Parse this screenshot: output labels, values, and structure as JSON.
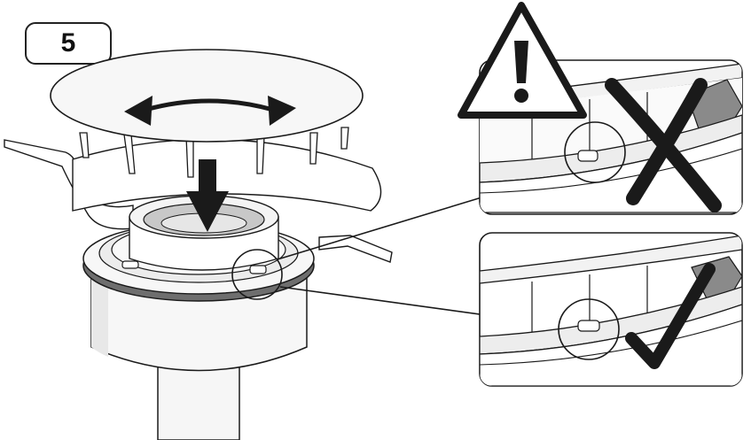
{
  "step": {
    "number": "5"
  },
  "icons": {
    "warning": "warning-triangle-icon",
    "wrong": "cross-mark-icon",
    "right": "check-mark-icon",
    "rotate": "rotate-arrows-icon",
    "push_down": "down-arrow-icon"
  },
  "colors": {
    "line": "#1a1a1a",
    "part_fill": "#f5f5f5",
    "gasket": "#6e6e6e",
    "inner_shadow": "#c8c8c8",
    "dark_part": "#8a8a8a"
  },
  "panels": {
    "wrong": {
      "result": "incorrect"
    },
    "right": {
      "result": "correct"
    }
  }
}
